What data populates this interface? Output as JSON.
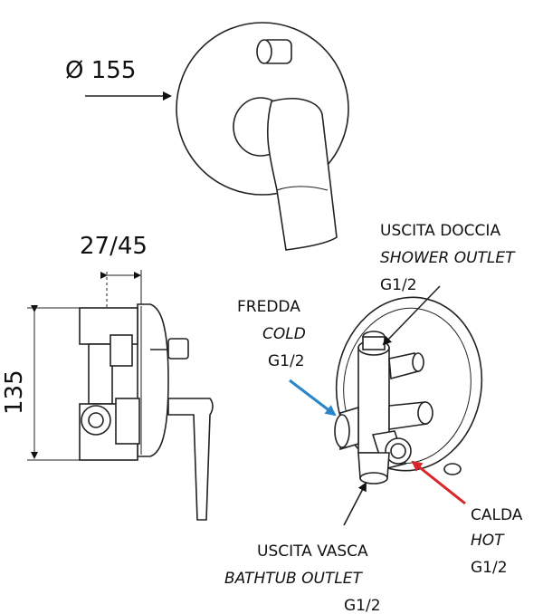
{
  "dimensions": {
    "diameter": "Ø 155",
    "depth": "27/45",
    "height": "135"
  },
  "labels": {
    "shower": {
      "it": "USCITA DOCCIA",
      "en": "SHOWER OUTLET",
      "thread": "G1/2"
    },
    "cold": {
      "it": "FREDDA",
      "en": "COLD",
      "thread": "G1/2"
    },
    "hot": {
      "it": "CALDA",
      "en": "HOT",
      "thread": "G1/2"
    },
    "bath": {
      "it": "USCITA VASCA",
      "en": "BATHTUB OUTLET",
      "thread": "G1/2"
    }
  },
  "colors": {
    "cold_arrow": "#2a86c8",
    "hot_arrow": "#d8262b",
    "line": "#222222"
  }
}
